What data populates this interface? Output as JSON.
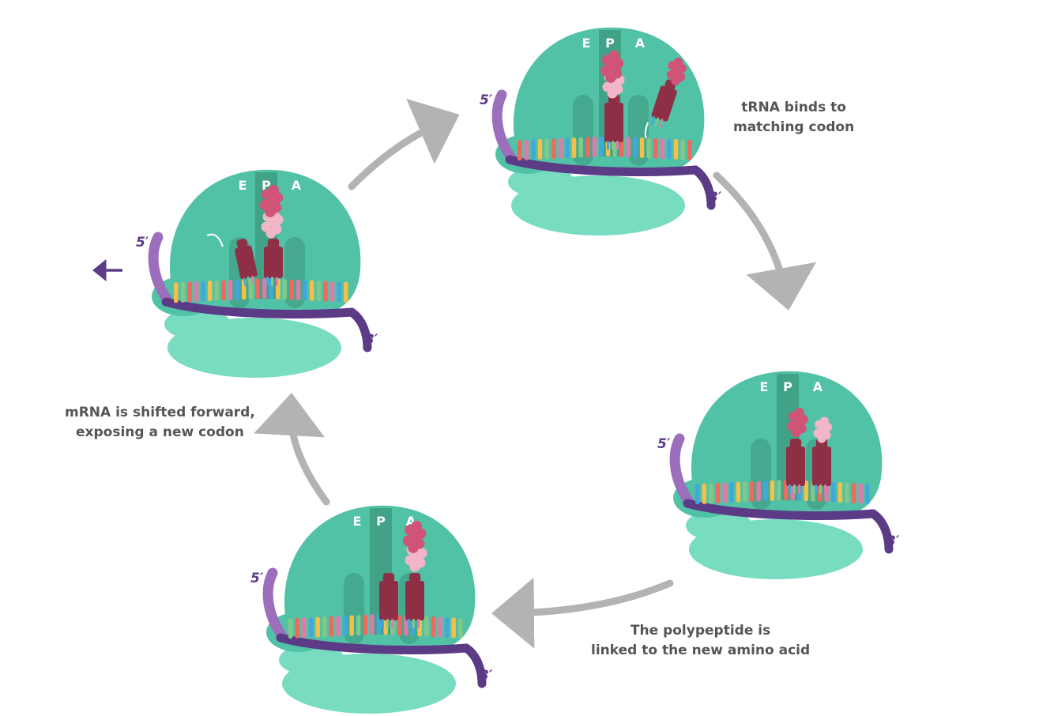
{
  "colors": {
    "ribosome_large": "#52c2a7",
    "ribosome_small": "#78dcc1",
    "site_band": "#3f9e85",
    "mrna_backbone": "#5b3a86",
    "mrna_tail": "#9b6fbb",
    "trna": "#8e2f45",
    "peptide_dark": "#d05477",
    "peptide_light": "#f2b6c8",
    "arrow": "#b3b3b3",
    "text": "#555555",
    "bases": [
      "#f4c04b",
      "#ef6a5c",
      "#42a8dc",
      "#7fc98b",
      "#e07aa9"
    ]
  },
  "stages": [
    {
      "id": "stage-1",
      "sites": [
        "E",
        "P",
        "A"
      ],
      "five_prime": "5′",
      "three_prime": "3′"
    },
    {
      "id": "stage-2",
      "sites": [
        "E",
        "P",
        "A"
      ],
      "five_prime": "5′",
      "three_prime": "3′"
    },
    {
      "id": "stage-3",
      "sites": [
        "E",
        "P",
        "A"
      ],
      "five_prime": "5′",
      "three_prime": "3′"
    },
    {
      "id": "stage-4",
      "sites": [
        "E",
        "P",
        "A"
      ],
      "five_prime": "5′",
      "three_prime": "3′"
    }
  ],
  "captions": {
    "trna_binds": {
      "line1": "tRNA binds to",
      "line2": "matching codon"
    },
    "polypeptide": {
      "line1": "The polypeptide is",
      "line2": "linked to the new amino acid"
    },
    "mrna_shift": {
      "line1": "mRNA is shifted forward,",
      "line2": "exposing a new codon"
    }
  }
}
